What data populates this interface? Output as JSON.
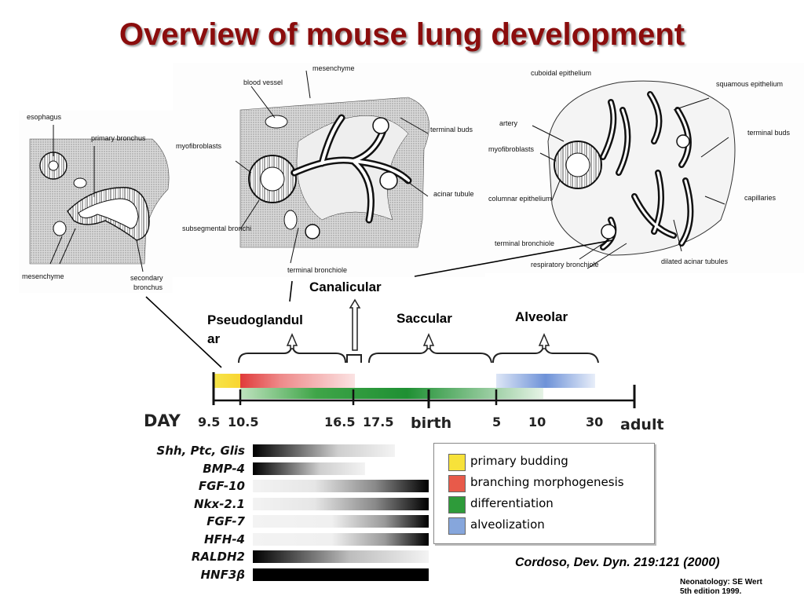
{
  "title": "Overview of mouse lung development",
  "panels": {
    "p1": [
      "esophagus",
      "primary bronchus",
      "mesenchyme",
      "secondary",
      "bronchus"
    ],
    "p2": [
      "mesenchyme",
      "blood vessel",
      "myofibroblasts",
      "subsegmental bronchi",
      "terminal buds",
      "acinar tubule",
      "terminal bronchiole"
    ],
    "p3": [
      "cuboidal epithelium",
      "squamous epithelium",
      "artery",
      "myofibroblasts",
      "terminal buds",
      "columnar epithelium",
      "capillaries",
      "terminal bronchiole",
      "respiratory bronchiole",
      "dilated acinar tubules"
    ]
  },
  "stages": {
    "canalicular": "Canalicular",
    "pseudoglandular_1": "Pseudoglandul",
    "pseudoglandular_2": "ar",
    "saccular": "Saccular",
    "alveolar": "Alveolar"
  },
  "timeline": {
    "day_label": "DAY",
    "ticks": [
      "9.5",
      "10.5",
      "16.5",
      "17.5",
      "birth",
      "5",
      "10",
      "30",
      "adult"
    ]
  },
  "genes": [
    {
      "name": "Shh, Ptc, Glis",
      "from": 0.0,
      "to": 0.81,
      "pattern": "dark-left"
    },
    {
      "name": "BMP-4",
      "from": 0.0,
      "to": 0.64,
      "pattern": "dark-left"
    },
    {
      "name": "FGF-10",
      "from": 0.0,
      "to": 1.0,
      "pattern": "dark-right"
    },
    {
      "name": "Nkx-2.1",
      "from": 0.0,
      "to": 1.0,
      "pattern": "dark-right"
    },
    {
      "name": "FGF-7",
      "from": 0.0,
      "to": 1.0,
      "pattern": "dark-right-late"
    },
    {
      "name": "HFH-4",
      "from": 0.0,
      "to": 1.0,
      "pattern": "dark-right-late"
    },
    {
      "name": "RALDH2",
      "from": 0.0,
      "to": 1.0,
      "pattern": "dark-left-long"
    },
    {
      "name": "HNF3β",
      "from": 0.0,
      "to": 1.0,
      "pattern": "solid"
    }
  ],
  "legend": [
    {
      "label": "primary budding",
      "color": "#f7e23a"
    },
    {
      "label": "branching morphogenesis",
      "color": "#e85a4a"
    },
    {
      "label": "differentiation",
      "color": "#2e9b3a"
    },
    {
      "label": "alveolization",
      "color": "#86a6dc"
    }
  ],
  "citation": "Cordoso, Dev. Dyn. 219:121 (2000)",
  "source": [
    "Neonatology: SE Wert",
    "5th edition 1999."
  ]
}
